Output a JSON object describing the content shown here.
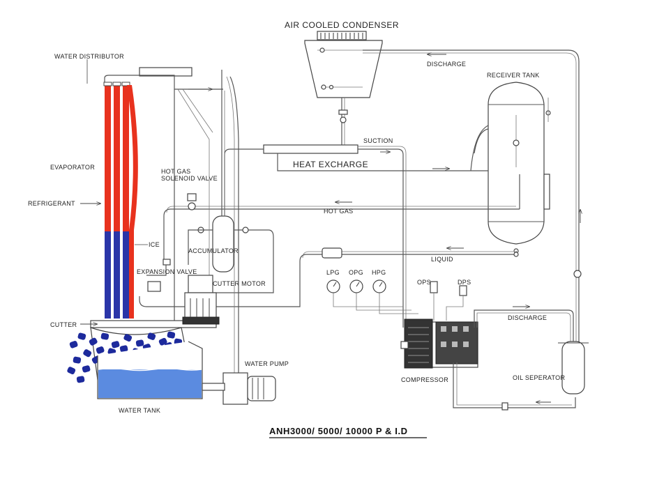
{
  "labels": {
    "air_cooled_condenser": "AIR COOLED CONDENSER",
    "water_distributor": "WATER DISTRIBUTOR",
    "discharge_top": "DISCHARGE",
    "receiver_tank": "RECEIVER TANK",
    "suction": "SUCTION",
    "evaporator": "EVAPORATOR",
    "hot_gas_solenoid_line1": "HOT GAS",
    "hot_gas_solenoid_line2": "SOLENOID VALVE",
    "heat_exchange": "HEAT EXCHARGE",
    "refrigerant": "REFRIGERANT",
    "hot_gas": "HOT GAS",
    "ice": "ICE",
    "accumulator": "ACCUMULATOR",
    "liquid": "LIQUID",
    "expansion_valve": "EXPANSION VALVE",
    "lpg": "LPG",
    "opg": "OPG",
    "hpg": "HPG",
    "ops": "OPS",
    "dps": "DPS",
    "cutter_motor": "CUTTER MOTOR",
    "discharge_bottom": "DISCHARGE",
    "cutter": "CUTTER",
    "water_pump": "WATER PUMP",
    "compressor": "COMPRESSOR",
    "oil_separator": "OIL SEPERATOR",
    "water_tank": "WATER TANK",
    "title": "ANH3000/ 5000/ 10000  P & I.D"
  },
  "colors": {
    "refrigerant_tube": "#e8321e",
    "ice_tube": "#2a35a8",
    "ice_cubes": "#1d2a9c",
    "water": "#5b8be0",
    "pipe": "#555555"
  }
}
